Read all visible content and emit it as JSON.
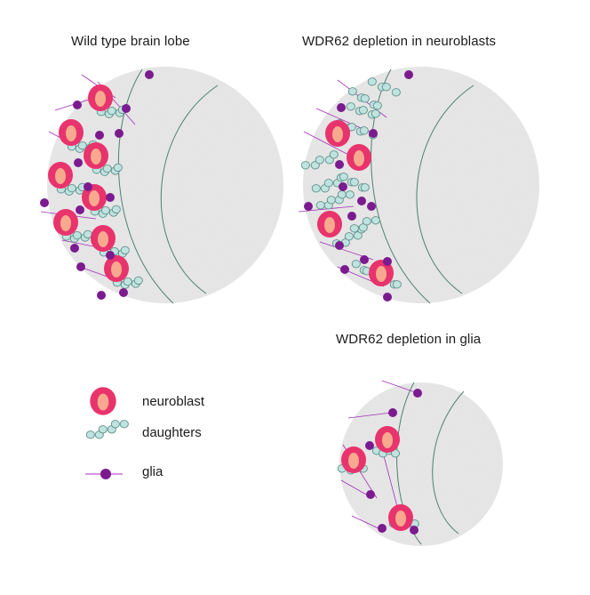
{
  "panels": {
    "wild_type": {
      "title": "Wild type brain lobe"
    },
    "nb_depletion": {
      "title": "WDR62 depletion in neuroblasts"
    },
    "glia_depletion": {
      "title": "WDR62 depletion in glia"
    }
  },
  "legend": {
    "neuroblast": "neuroblast",
    "daughters": "daughters",
    "glia": "glia"
  },
  "colors": {
    "lobe_fill": "#e8e8e8",
    "lobe_line": "#4f7f72",
    "neuroblast_outer": "#e8336d",
    "neuroblast_inner": "#f6a98e",
    "daughter_fill": "#bfe3df",
    "daughter_stroke": "#5f8f8a",
    "glia_fill": "#7b1b8f",
    "glia_line": "#a22fb8"
  }
}
